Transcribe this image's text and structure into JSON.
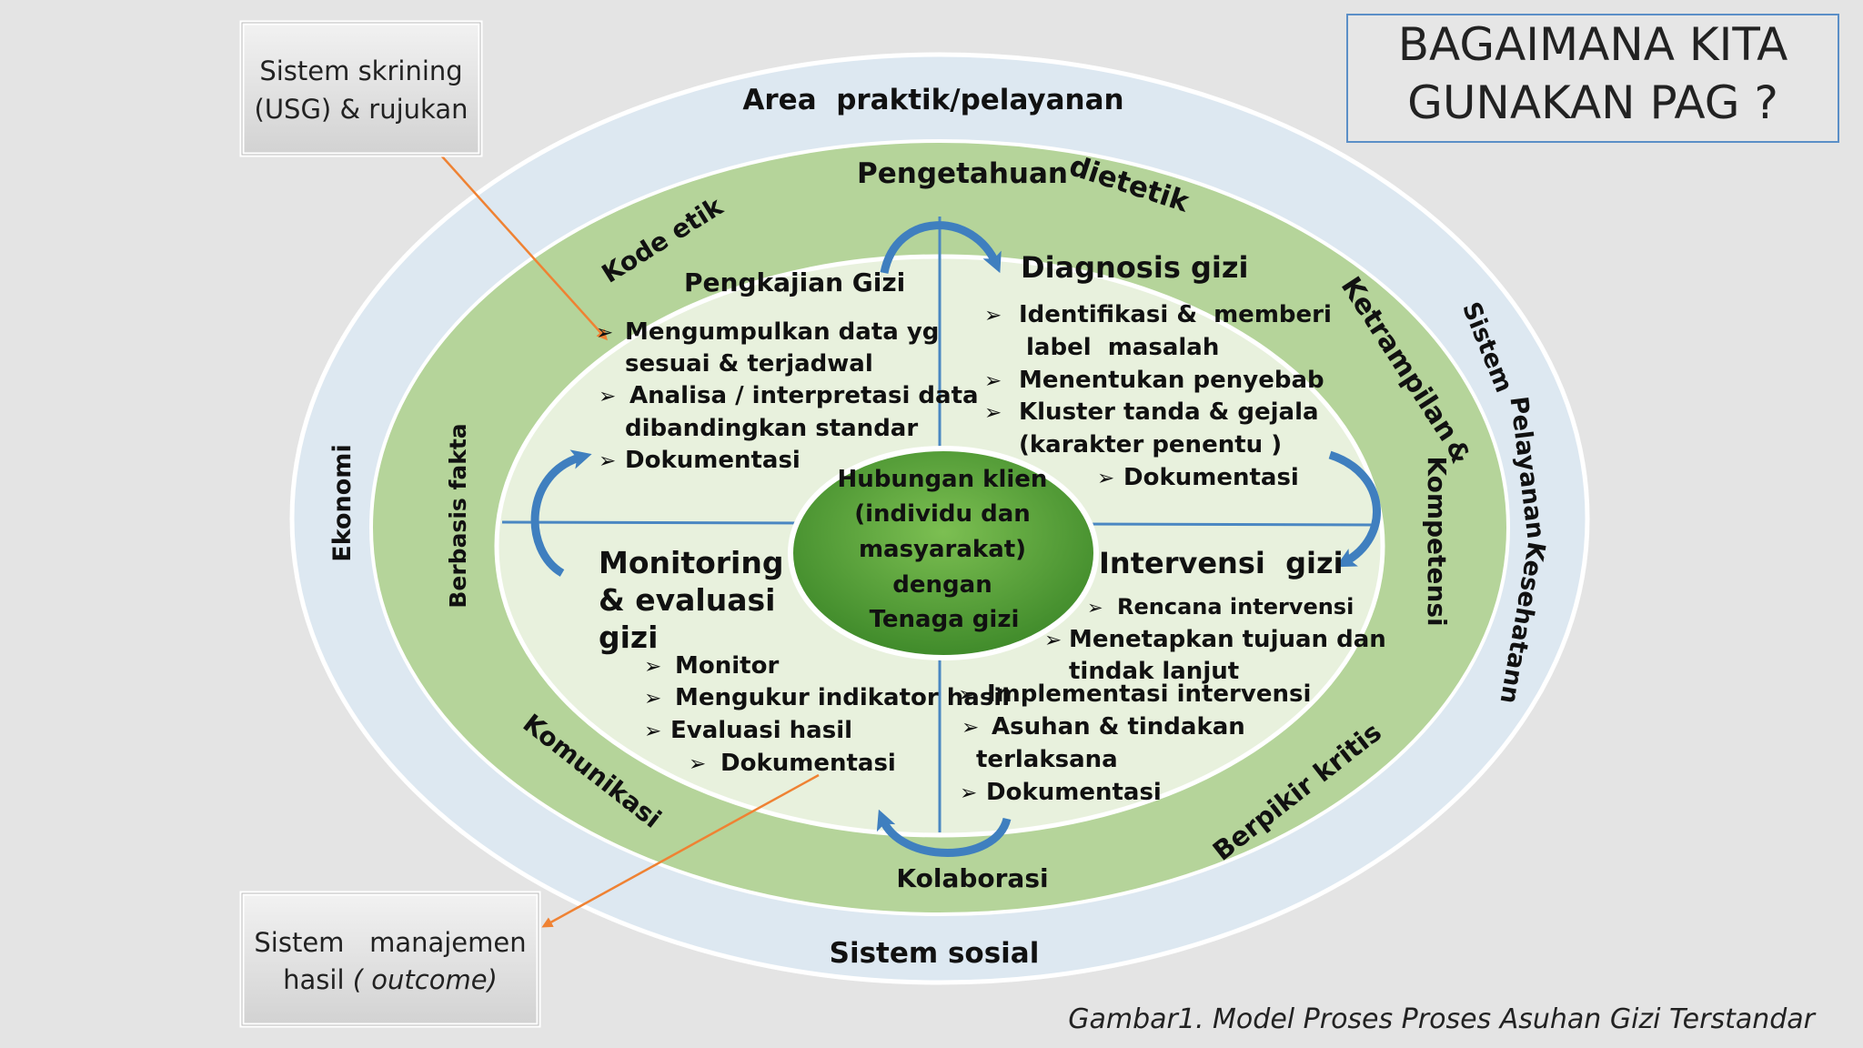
{
  "title": {
    "line1": "BAGAIMANA KITA",
    "line2": "GUNAKAN PAG ?"
  },
  "caption": "Gambar1. Model Proses Proses Asuhan Gizi Terstandar",
  "callout_top": {
    "line1": "Sistem skrining",
    "line2": "(USG) & rujukan"
  },
  "callout_bottom": {
    "line1": "Sistem   manajemen",
    "line2_prefix": "hasil ",
    "line2_italic": "( outcome)"
  },
  "outer_ring": {
    "top": "Area  praktik/pelayanan",
    "bottom": "Sistem sosial",
    "left": "Ekonomi",
    "right_1": "Sistem",
    "right_2": "Pelayanan",
    "right_3": "Kesehatann"
  },
  "green_ring": {
    "top": "Pengetahuan",
    "top_2": "dietetik",
    "upper_left": "Kode etik",
    "left": "Berbasis fakta",
    "lower_left": "Komunikasi",
    "bottom": "Kolaborasi",
    "lower_right": "Berpikir kritis",
    "upper_right": "Ketrampilan",
    "right_amp": "&",
    "right": "Kompetensi"
  },
  "center": {
    "lines": [
      "Hubungan klien",
      "(individu dan",
      "masyarakat)",
      "dengan",
      "Tenaga gizi"
    ]
  },
  "quadrants": {
    "assessment": {
      "title": "Pengkajian Gizi",
      "lines": [
        "Mengumpulkan data yg",
        "sesuai & terjadwal",
        "Analisa / interpretasi data",
        "dibandingkan standar",
        "Dokumentasi"
      ]
    },
    "diagnosis": {
      "title": "Diagnosis gizi",
      "lines": [
        "Identifikasi &  memberi",
        "label  masalah",
        "Menentukan penyebab",
        "Kluster tanda & gejala",
        "(karakter penentu )",
        "Dokumentasi"
      ]
    },
    "intervention": {
      "title": "Intervensi  gizi",
      "lines": [
        "Rencana intervensi",
        "Menetapkan tujuan dan",
        "tindak lanjut",
        "Implementasi intervensi",
        "Asuhan & tindakan",
        "terlaksana",
        "Dokumentasi"
      ]
    },
    "monitoring": {
      "title_1": "Monitoring",
      "title_2": "& evaluasi",
      "title_3": "gizi",
      "lines": [
        "Monitor",
        "Mengukur indikator hasil",
        "Evaluasi hasil",
        "Dokumentasi"
      ]
    }
  },
  "bullet_glyph": "➢",
  "colors": {
    "background": "#e4e4e4",
    "outer_ring": "#dde8f1",
    "outer_ring_stroke": "#ffffff",
    "green_ring": "#b5d49a",
    "inner_area": "#e8f1dd",
    "center": "#5c9e3c",
    "axis": "#4a87c2",
    "arrow_blue": "#3f7fbf",
    "callout_arrow": "#ef8233",
    "title_border": "#5b8fc7"
  }
}
